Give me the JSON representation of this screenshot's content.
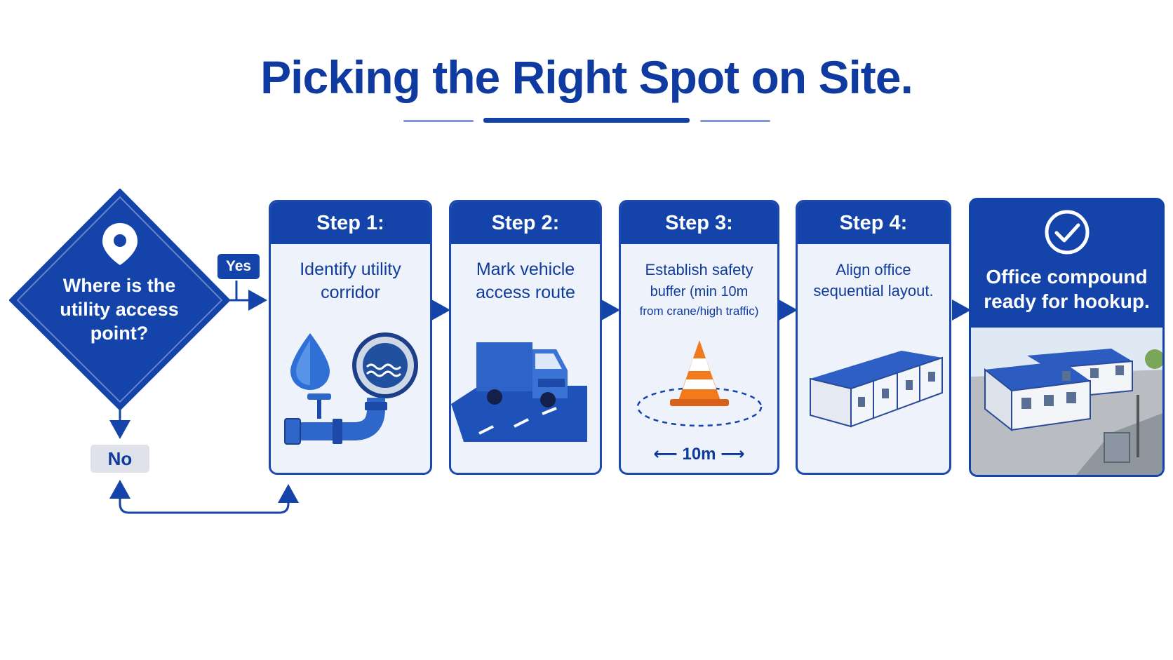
{
  "title": "Picking the Right Spot on Site.",
  "decision": {
    "question": "Where is the utility access point?",
    "yes_label": "Yes",
    "no_label": "No"
  },
  "steps": [
    {
      "header": "Step 1:",
      "text": "Identify utility corridor",
      "icon": "water-utility-icon"
    },
    {
      "header": "Step 2:",
      "text": "Mark vehicle access route",
      "icon": "truck-icon"
    },
    {
      "header": "Step 3:",
      "text_line1": "Establish safety",
      "text_line2": "buffer (min 10m",
      "text_line3": "from crane/high traffic)",
      "distance_label": "10m",
      "icon": "traffic-cone-icon"
    },
    {
      "header": "Step 4:",
      "text": "Align office sequential layout.",
      "icon": "office-modules-icon"
    }
  ],
  "final": {
    "text": "Office compound ready for hookup.",
    "icon": "check-circle-icon"
  },
  "colors": {
    "primary": "#1443aa",
    "light_panel": "#eef3fb",
    "cone_orange": "#f07a1c",
    "no_badge": "#dfe2ea"
  }
}
